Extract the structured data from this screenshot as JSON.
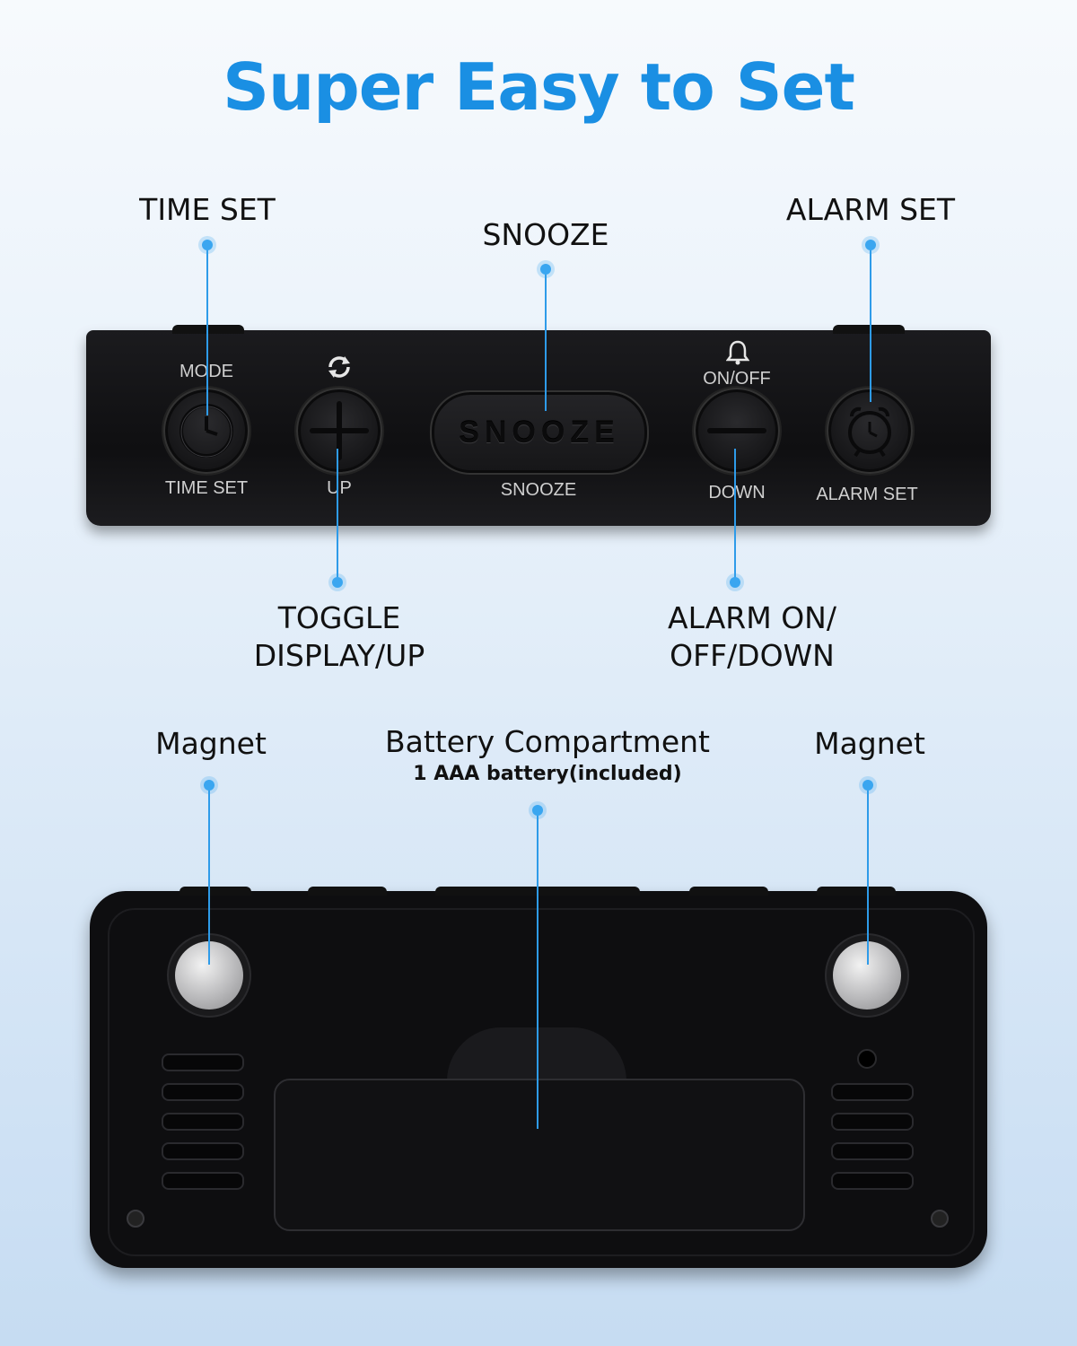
{
  "title": "Super Easy to Set",
  "accent_color": "#1a8fe3",
  "callouts": {
    "time_set": "TIME SET",
    "snooze": "SNOOZE",
    "alarm_set": "ALARM SET",
    "toggle_line1": "TOGGLE",
    "toggle_line2": "DISPLAY/UP",
    "alarm_onoff_line1": "ALARM ON/",
    "alarm_onoff_line2": "OFF/DOWN",
    "magnet_left": "Magnet",
    "magnet_right": "Magnet",
    "battery": "Battery Compartment",
    "battery_sub": "1 AAA battery(included)"
  },
  "device_labels": {
    "mode": "MODE",
    "time_set": "TIME SET",
    "up": "UP",
    "snooze_button": "SNOOZE",
    "snooze": "SNOOZE",
    "on_off": "ON/OFF",
    "down": "DOWN",
    "alarm_set": "ALARM SET"
  },
  "icons": [
    "refresh-icon",
    "bell-icon",
    "clock-icon",
    "plus-icon",
    "minus-icon",
    "alarm-clock-icon"
  ]
}
